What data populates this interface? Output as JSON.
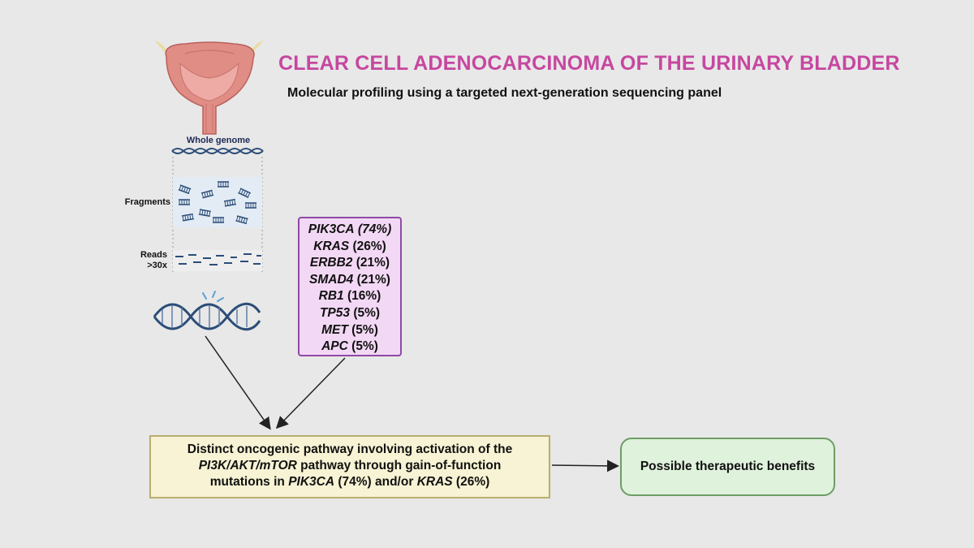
{
  "title": "CLEAR CELL ADENOCARCINOMA OF THE URINARY BLADDER",
  "subtitle": "Molecular profiling using a targeted next-generation sequencing panel",
  "workflow": {
    "whole_genome": "Whole genome",
    "fragments": "Fragments",
    "reads_line1": "Reads",
    "reads_line2": ">30x"
  },
  "genes": [
    {
      "name": "PIK3CA",
      "pct": "(74%)"
    },
    {
      "name": "KRAS",
      "pct": "(26%)"
    },
    {
      "name": "ERBB2",
      "pct": "(21%)"
    },
    {
      "name": "SMAD4",
      "pct": "(21%)"
    },
    {
      "name": "RB1",
      "pct": "(16%)"
    },
    {
      "name": "TP53",
      "pct": "(5%)"
    },
    {
      "name": "MET",
      "pct": "(5%)"
    },
    {
      "name": "APC",
      "pct": "(5%)"
    }
  ],
  "pathway": {
    "line1": "Distinct oncogenic pathway involving activation of the",
    "line2_italic": "PI3K/AKT/mTOR",
    "line2_rest": " pathway through gain-of-function",
    "line3_a": "mutations in ",
    "line3_gene1": "PIK3CA",
    "line3_b": " (74%) and/or ",
    "line3_gene2": "KRAS",
    "line3_c": " (26%)"
  },
  "benefit": "Possible therapeutic benefits",
  "colors": {
    "title": "#c6479f",
    "bladder": "#e08d86",
    "dna": "#2c4d78",
    "gene_box_fill": "#f3d8f5",
    "gene_box_border": "#8e4aa5",
    "pathway_fill": "#f7f3d4",
    "benefit_fill": "#dff2dc",
    "benefit_border": "#6e9c66"
  },
  "icons": [
    "bladder-icon",
    "dna-strand-icon",
    "dna-helix-icon"
  ]
}
